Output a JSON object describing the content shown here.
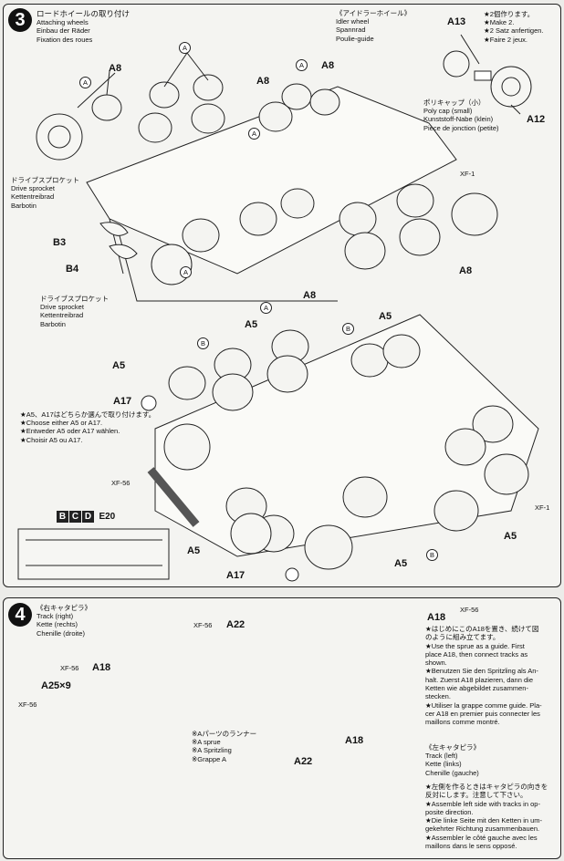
{
  "step3": {
    "number": "3",
    "title": [
      "ロードホイールの取り付け",
      "Attaching wheels",
      "Einbau der Räder",
      "Fixation des roues"
    ],
    "idler": [
      "《アイドラーホイール》",
      "Idler wheel",
      "Spannrad",
      "Poulie-guide"
    ],
    "make2": [
      "★2個作ります。",
      "★Make 2.",
      "★2 Satz anfertigen.",
      "★Faire 2 jeux."
    ],
    "polycap": [
      "ポリキャップ（小）",
      "Poly cap (small)",
      "Kunststoff-Nabe (klein)",
      "Pièce de jonction (petite)"
    ],
    "sprocket_top": [
      "ドライブスプロケット",
      "Drive sprocket",
      "Kettentreibrad",
      "Barbotin"
    ],
    "sprocket_mid": [
      "ドライブスプロケット",
      "Drive sprocket",
      "Kettentreibrad",
      "Barbotin"
    ],
    "choose": [
      "★A5、A17はどちらか選んで取り付けます。",
      "★Choose either A5 or A17.",
      "★Entweder A5 oder A17 wählen.",
      "★Choisir A5 ou A17."
    ],
    "parts": {
      "a8": "A8",
      "a13": "A13",
      "a12": "A12",
      "b3": "B3",
      "b4": "B4",
      "a5": "A5",
      "a17": "A17",
      "xf1": "XF-1",
      "xf56": "XF-56",
      "e20": "E20",
      "circle_a": "A",
      "circle_b": "B",
      "box_b": "B",
      "box_c": "C",
      "box_d": "D"
    }
  },
  "step4": {
    "number": "4",
    "track_right": [
      "《右キャタピラ》",
      "Track (right)",
      "Kette (rechts)",
      "Chenille (droite)"
    ],
    "track_left": [
      "《左キャタピラ》",
      "Track (left)",
      "Kette (links)",
      "Chenille (gauche)"
    ],
    "sprue_note": [
      "※Aパーツのランナー",
      "※A sprue",
      "※A Spritzling",
      "※Grappe A"
    ],
    "guide_note": [
      "★はじめにこのA18を置き、続けて図",
      "のように組み立てます。",
      "★Use the sprue as a guide. First",
      "place A18, then connect tracks as",
      "shown.",
      "★Benutzen Sie den Spritzling als An-",
      "halt. Zuerst A18 plazieren, dann die",
      "Ketten wie abgebildet zusammen-",
      "stecken.",
      "★Utiliser la grappe comme guide. Pla-",
      "cer A18 en premier puis connecter les",
      "maillons comme montré."
    ],
    "left_note": [
      "★左側を作るときはキャタピラの向きを",
      "反対にします。注意して下さい。",
      "★Assemble left side with tracks in op-",
      "posite direction.",
      "★Die linke Seite mit den Ketten in um-",
      "gekehrter Richtung zusammenbauen.",
      "★Assembler le côté gauche avec les",
      "maillons dans le sens opposé."
    ],
    "parts": {
      "a22": "A22",
      "a18": "A18",
      "a25": "A25×9",
      "xf56": "XF-56"
    }
  }
}
